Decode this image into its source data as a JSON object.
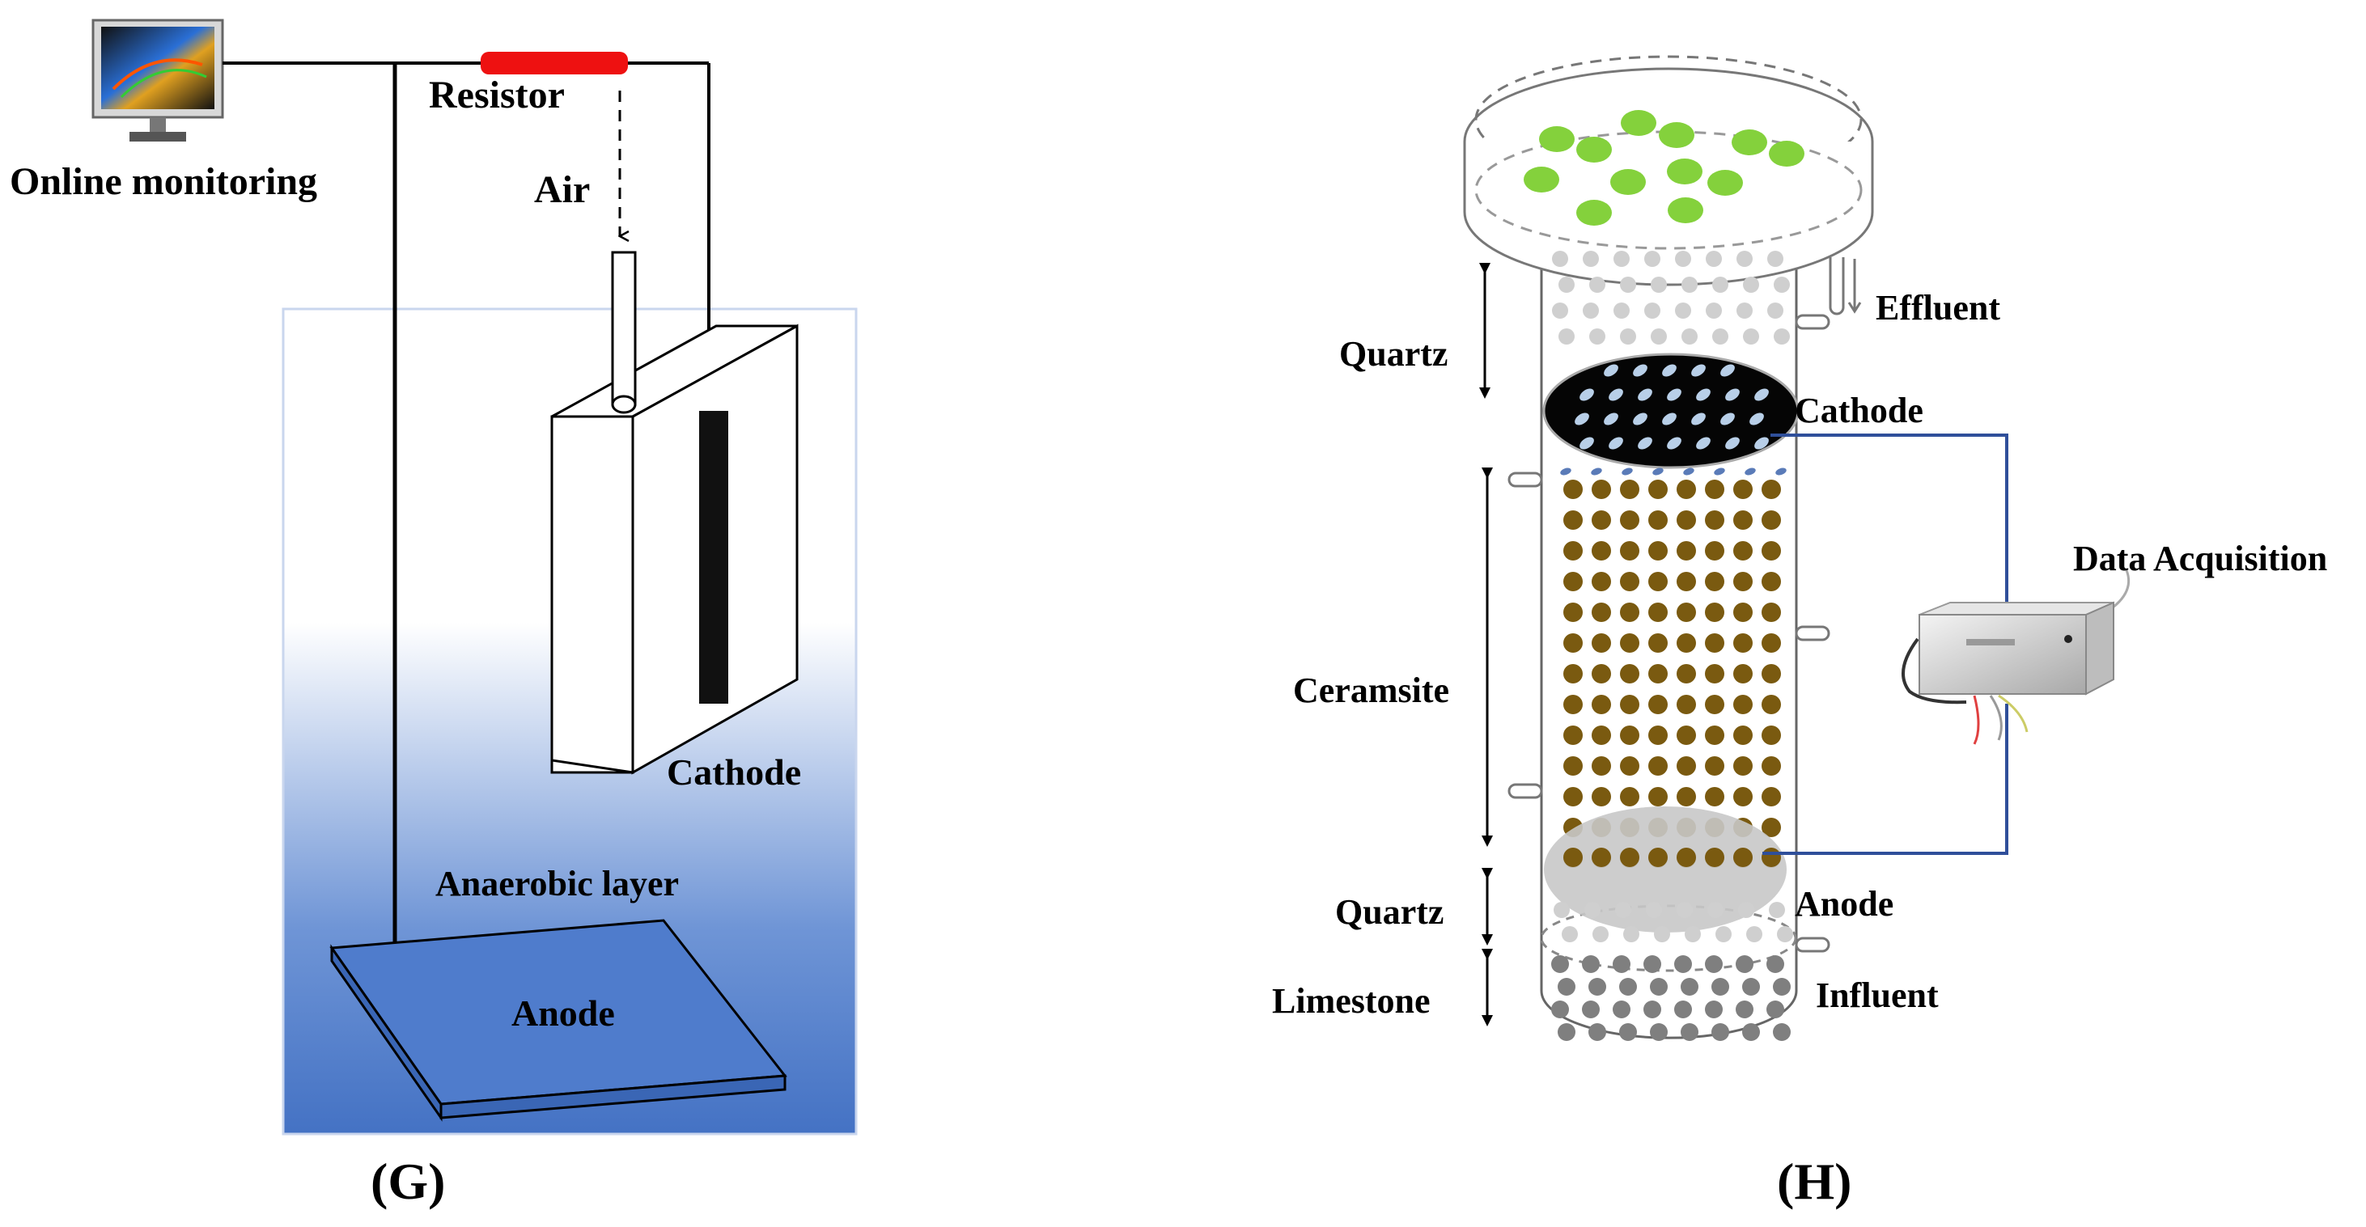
{
  "panel_g": {
    "caption": "(G)",
    "labels": {
      "online_monitoring": "Online monitoring",
      "resistor": "Resistor",
      "air": "Air",
      "cathode": "Cathode",
      "anaerobic_layer": "Anaerobic layer",
      "anode": "Anode"
    },
    "colors": {
      "resistor": "#ee1111",
      "water_bottom": "#4472c4"
    }
  },
  "panel_h": {
    "caption": "(H)",
    "labels": {
      "effluent": "Effluent",
      "quartz_top": "Quartz",
      "cathode": "Cathode",
      "data_acquisition": "Data Acquisition",
      "ceramsite": "Ceramsite",
      "quartz_bottom": "Quartz",
      "anode": "Anode",
      "limestone": "Limestone",
      "influent": "Influent"
    },
    "colors": {
      "plant": "#84d13c",
      "quartz": "#cfcfcf",
      "ceramsite": "#7a5a10",
      "limestone": "#7f7f7f",
      "wire": "#2f4f9a"
    }
  }
}
